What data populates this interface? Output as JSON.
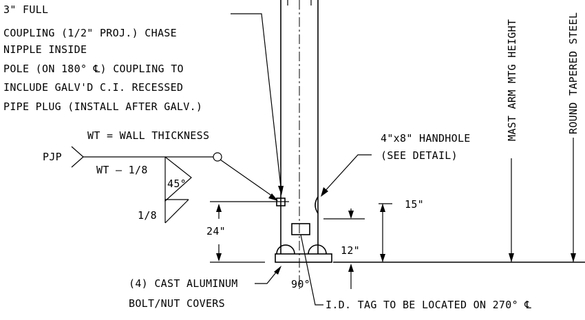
{
  "notes": {
    "coupling": [
      "3\" FULL",
      "COUPLING (1/2\" PROJ.) CHASE",
      "NIPPLE INSIDE",
      "POLE (ON 180° ℄) COUPLING TO",
      "INCLUDE GALV'D C.I. RECESSED",
      "PIPE PLUG (INSTALL AFTER GALV.)"
    ],
    "wall_thickness": "WT = WALL THICKNESS",
    "pjp": "PJP",
    "wt_minus": "WT – 1/8",
    "angle_45": "45°",
    "fraction_1_8": "1/8",
    "dim_24": "24\"",
    "handhole": [
      "4\"x8\" HANDHOLE",
      "(SEE DETAIL)"
    ],
    "dim_15": "15\"",
    "dim_12": "12\"",
    "angle_90": "90°",
    "bolt_covers": [
      "(4) CAST ALUMINUM",
      "BOLT/NUT COVERS"
    ],
    "id_tag": "I.D. TAG TO BE LOCATED ON 270° ℄",
    "mast_arm": "MAST ARM MTG HEIGHT",
    "round_tapered": "ROUND TAPERED STEEL"
  }
}
